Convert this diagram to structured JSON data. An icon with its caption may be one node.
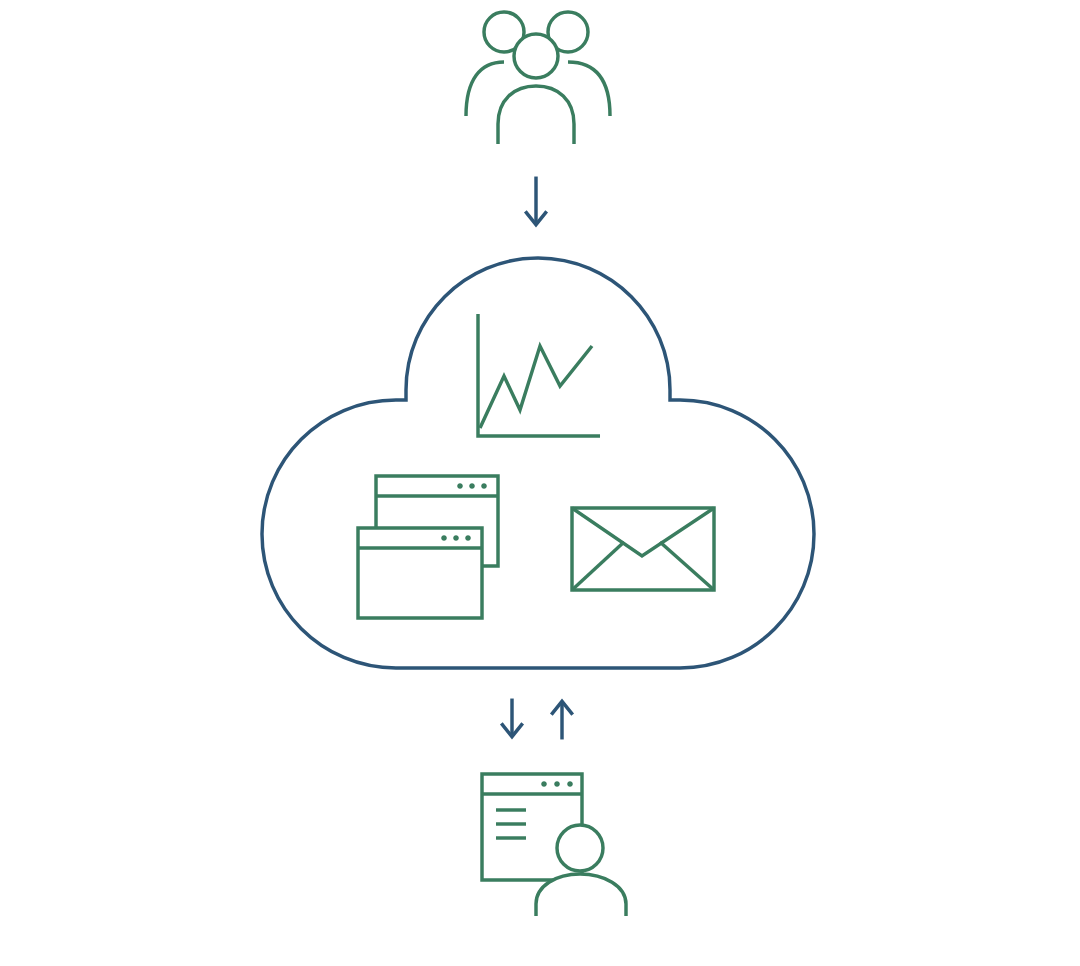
{
  "diagram": {
    "nodes": [
      {
        "text": [],
        "shape": "person"
      },
      {
        "text": [],
        "shape": "cloud"
      },
      {
        "text": [],
        "shape": "person"
      }
    ],
    "edges": [
      {
        "from": 0,
        "to": 1,
        "arrow": "to"
      },
      {
        "from": 1,
        "to": 2,
        "arrow": "to"
      },
      {
        "from": 2,
        "to": 1,
        "arrow": "to"
      }
    ]
  }
}
